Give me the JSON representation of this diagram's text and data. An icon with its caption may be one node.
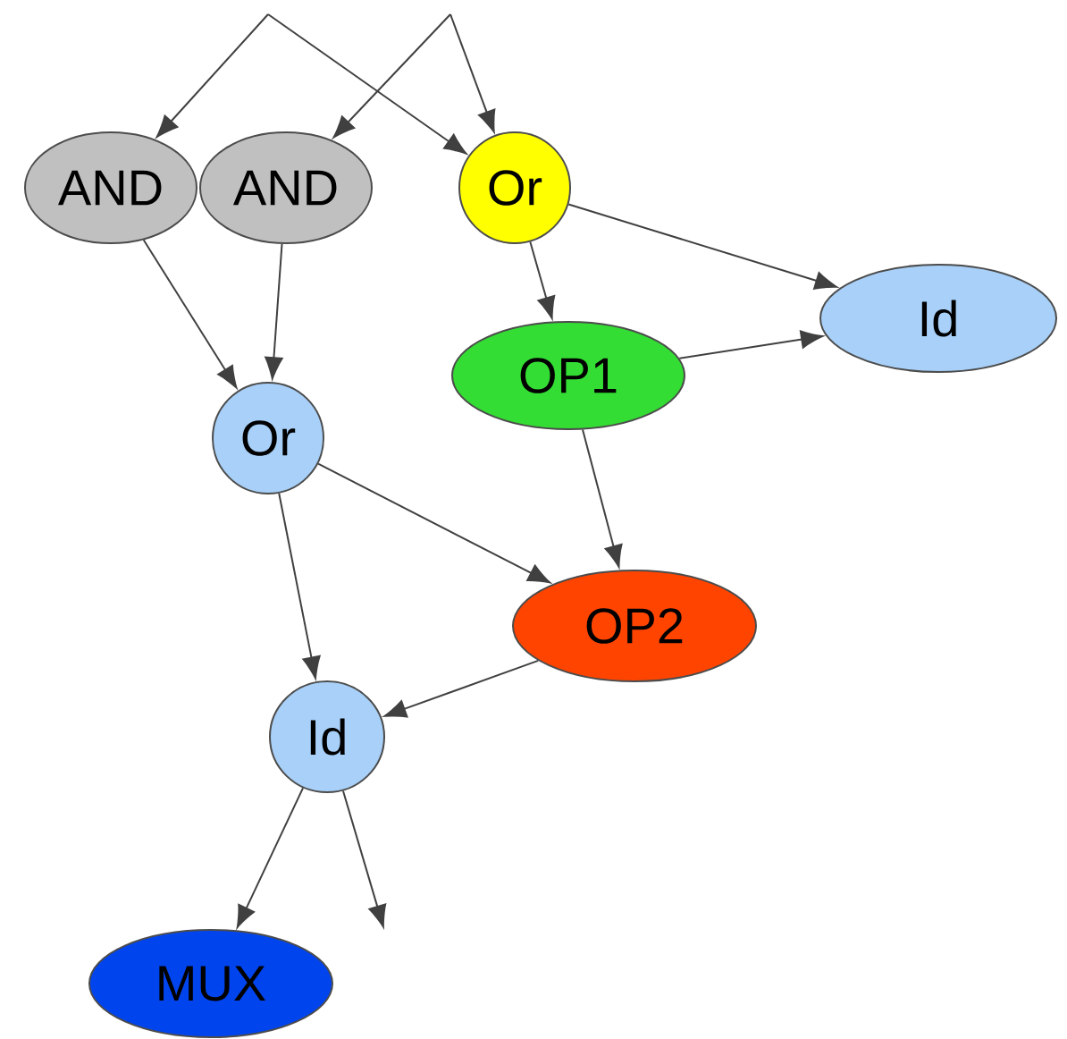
{
  "diagram": {
    "nodes": [
      {
        "text": [
          "AND"
        ]
      },
      {
        "text": [
          "AND"
        ]
      },
      {
        "text": [
          "Or"
        ]
      },
      {
        "text": [
          "Id"
        ]
      },
      {
        "text": [
          "OP1"
        ]
      },
      {
        "text": [
          "Or"
        ]
      },
      {
        "text": [
          "OP2"
        ]
      },
      {
        "text": [
          "Id"
        ]
      },
      {
        "text": [
          "MUX"
        ]
      }
    ],
    "edges": [
      {
        "from": null,
        "to": 0,
        "arrow": "to"
      },
      {
        "from": null,
        "to": 2,
        "arrow": "to"
      },
      {
        "from": null,
        "to": 1,
        "arrow": "to"
      },
      {
        "from": null,
        "to": 2,
        "arrow": "to"
      },
      {
        "from": 0,
        "to": 5,
        "arrow": "to"
      },
      {
        "from": 1,
        "to": 5,
        "arrow": "to"
      },
      {
        "from": 2,
        "to": 3,
        "arrow": "to"
      },
      {
        "from": 2,
        "to": 4,
        "arrow": "to"
      },
      {
        "from": 4,
        "to": 3,
        "arrow": "to"
      },
      {
        "from": 4,
        "to": 6,
        "arrow": "to"
      },
      {
        "from": 5,
        "to": 6,
        "arrow": "to"
      },
      {
        "from": 5,
        "to": 7,
        "arrow": "to"
      },
      {
        "from": 6,
        "to": 7,
        "arrow": "to"
      },
      {
        "from": 7,
        "to": 8,
        "arrow": "to"
      },
      {
        "from": 7,
        "to": null,
        "arrow": "to"
      }
    ]
  }
}
